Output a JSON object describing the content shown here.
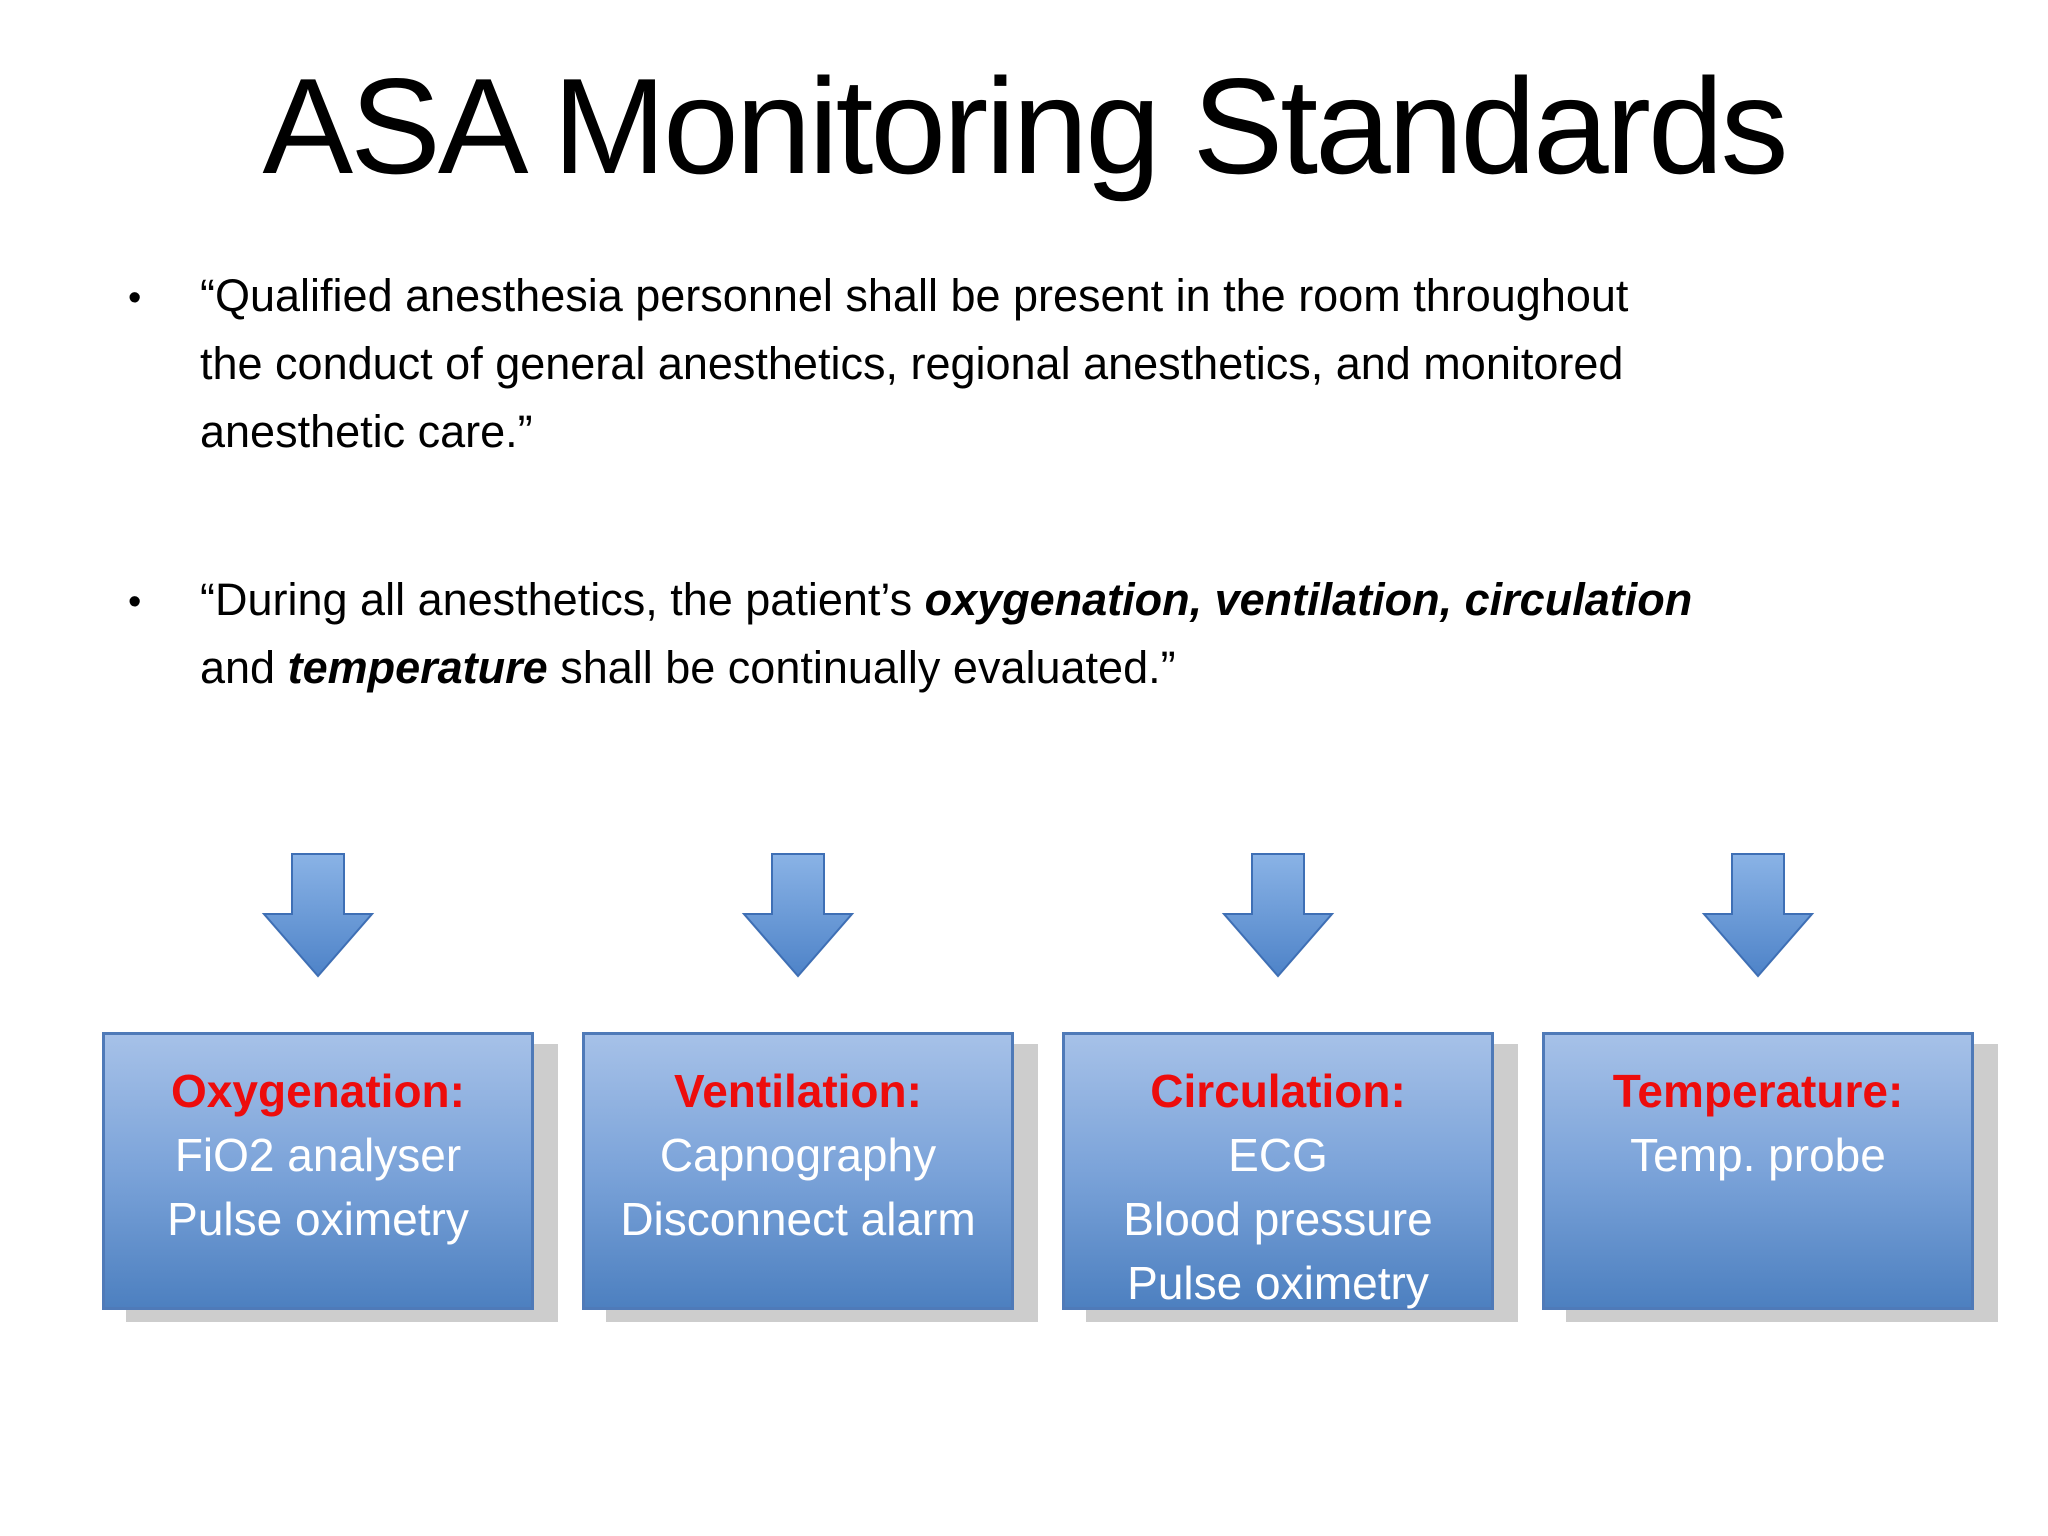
{
  "slide": {
    "title": "ASA Monitoring Standards"
  },
  "bullets": {
    "b1": {
      "marker": "•",
      "lines": [
        "“Qualified anesthesia personnel shall be present in the room throughout",
        "the conduct of general anesthetics, regional anesthetics, and monitored",
        "anesthetic care.”"
      ]
    },
    "b2": {
      "marker": "•",
      "line1_pre": "“During all anesthetics, the patient’s ",
      "line1_bold": "oxygenation, ventilation, circulation",
      "line2_pre": "and ",
      "line2_bold": "temperature",
      "line2_post": " shall be continually evaluated.”"
    }
  },
  "boxes": [
    {
      "heading": "Oxygenation:",
      "lines": [
        "FiO2 analyser",
        "Pulse oximetry"
      ]
    },
    {
      "heading": "Ventilation:",
      "lines": [
        "Capnography",
        "Disconnect alarm"
      ]
    },
    {
      "heading": "Circulation:",
      "lines": [
        "ECG",
        "Blood pressure",
        "Pulse oximetry"
      ]
    },
    {
      "heading": "Temperature:",
      "lines": [
        "Temp. probe"
      ]
    }
  ],
  "icons": {
    "arrow": "down-arrow-icon"
  },
  "colors": {
    "heading_red": "#ed0c0c",
    "box_border": "#4f7ab8",
    "box_gradient_top": "#a6c1e8",
    "box_gradient_bottom": "#4d80c0",
    "box_text": "#ffffff",
    "arrow_fill_top": "#8ab3e6",
    "arrow_fill_bottom": "#4e83c8",
    "arrow_border": "#3e6fb5",
    "shadow_gray": "#cdcdcd",
    "background": "#ffffff",
    "text": "#000000"
  }
}
